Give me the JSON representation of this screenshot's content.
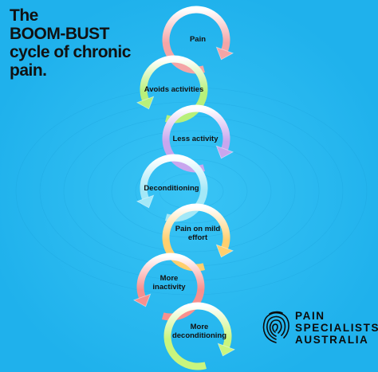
{
  "title": {
    "line1": "The",
    "line2": "BOOM-BUST",
    "line3": "cycle of chronic",
    "line4": "pain."
  },
  "steps": [
    {
      "line1": "Pain",
      "line2": "",
      "color": "#f4a5a6"
    },
    {
      "line1": "Avoids activities",
      "line2": "",
      "color": "#b8f07a"
    },
    {
      "line1": "Less activity",
      "line2": "",
      "color": "#c8a6ee"
    },
    {
      "line1": "Deconditioning",
      "line2": "",
      "color": "#a3e8f7"
    },
    {
      "line1": "Pain on mild",
      "line2": "effort",
      "color": "#ffcf6e"
    },
    {
      "line1": "More",
      "line2": "inactivity",
      "color": "#f7908e"
    },
    {
      "line1": "More",
      "line2": "deconditioning",
      "color": "#c9f57e"
    }
  ],
  "logo": {
    "line1": "PAIN",
    "line2": "SPECIALISTS",
    "line3": "AUSTRALIA",
    "icon": "fingerprint-icon"
  }
}
